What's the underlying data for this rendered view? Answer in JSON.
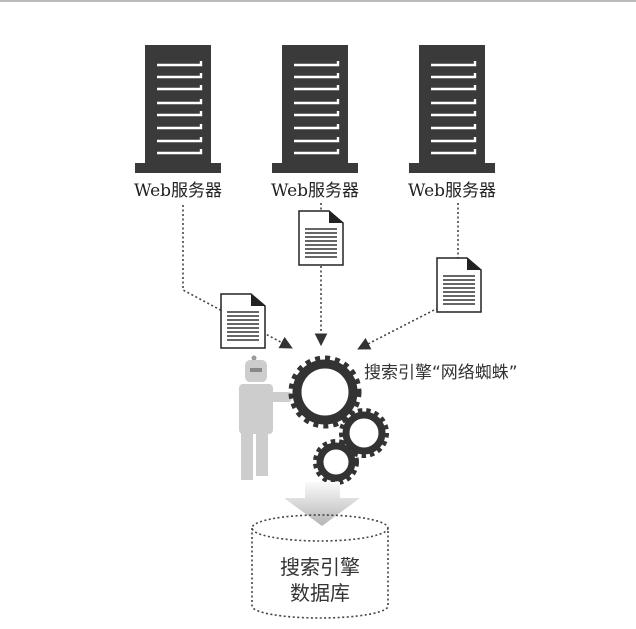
{
  "servers": [
    {
      "label": "Web服务器"
    },
    {
      "label": "Web服务器"
    },
    {
      "label": "Web服务器"
    }
  ],
  "spider_label": "搜索引擎“网络蜘蛛”",
  "database": {
    "line1": "搜索引擎",
    "line2": "数据库"
  },
  "colors": {
    "server": "#3a3a3a",
    "gear": "#333333",
    "robot": "#cfcfcf"
  }
}
